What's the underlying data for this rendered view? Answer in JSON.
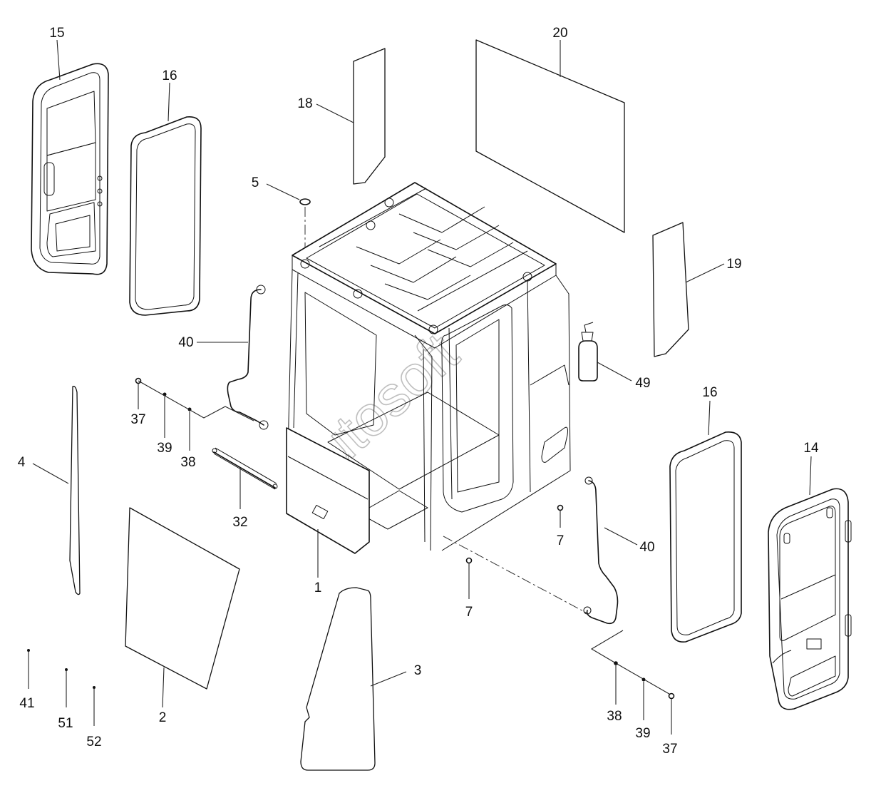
{
  "diagram": {
    "watermark": "Autosoft",
    "callouts": [
      {
        "id": "callout-15",
        "label": "15"
      },
      {
        "id": "callout-16-left",
        "label": "16"
      },
      {
        "id": "callout-18",
        "label": "18"
      },
      {
        "id": "callout-20",
        "label": "20"
      },
      {
        "id": "callout-5",
        "label": "5"
      },
      {
        "id": "callout-19",
        "label": "19"
      },
      {
        "id": "callout-40-left",
        "label": "40"
      },
      {
        "id": "callout-49",
        "label": "49"
      },
      {
        "id": "callout-16-right",
        "label": "16"
      },
      {
        "id": "callout-14",
        "label": "14"
      },
      {
        "id": "callout-37-left",
        "label": "37"
      },
      {
        "id": "callout-39-left",
        "label": "39"
      },
      {
        "id": "callout-38-left",
        "label": "38"
      },
      {
        "id": "callout-4",
        "label": "4"
      },
      {
        "id": "callout-32",
        "label": "32"
      },
      {
        "id": "callout-40-right",
        "label": "40"
      },
      {
        "id": "callout-7-upper",
        "label": "7"
      },
      {
        "id": "callout-7-lower",
        "label": "7"
      },
      {
        "id": "callout-1",
        "label": "1"
      },
      {
        "id": "callout-3",
        "label": "3"
      },
      {
        "id": "callout-2",
        "label": "2"
      },
      {
        "id": "callout-41",
        "label": "41"
      },
      {
        "id": "callout-51",
        "label": "51"
      },
      {
        "id": "callout-52",
        "label": "52"
      },
      {
        "id": "callout-38-right",
        "label": "38"
      },
      {
        "id": "callout-39-right",
        "label": "39"
      },
      {
        "id": "callout-37-right",
        "label": "37"
      }
    ]
  }
}
